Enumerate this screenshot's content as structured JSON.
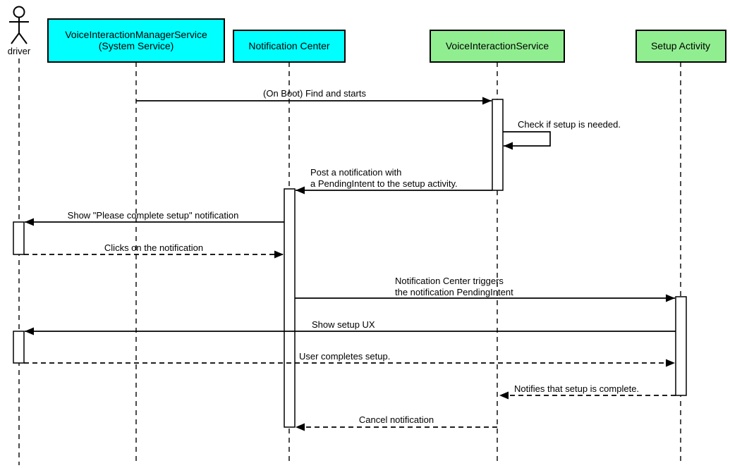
{
  "diagram": {
    "type": "uml-sequence",
    "colors": {
      "system_service_box": "#00ffff",
      "app_box": "#90ee90",
      "line": "#000000",
      "activation_fill": "#ffffff",
      "background": "#ffffff"
    },
    "actor": {
      "label": "driver"
    },
    "participants": [
      {
        "name": "VoiceInteractionManagerService (System Service)",
        "line1": "VoiceInteractionManagerService",
        "line2": "(System Service)",
        "color": "#00ffff"
      },
      {
        "name": "Notification Center",
        "line1": "Notification Center",
        "color": "#00ffff"
      },
      {
        "name": "VoiceInteractionService",
        "line1": "VoiceInteractionService",
        "color": "#90ee90"
      },
      {
        "name": "Setup Activity",
        "line1": "Setup Activity",
        "color": "#90ee90"
      }
    ],
    "messages": [
      {
        "from": "VoiceInteractionManagerService (System Service)",
        "to": "VoiceInteractionService",
        "style": "solid",
        "text": "(On Boot) Find and starts"
      },
      {
        "from": "VoiceInteractionService",
        "to": "VoiceInteractionService",
        "style": "self",
        "text": "Check if setup is needed."
      },
      {
        "from": "VoiceInteractionService",
        "to": "Notification Center",
        "style": "solid",
        "line1": "Post a notification with",
        "line2": "a PendingIntent to the setup activity."
      },
      {
        "from": "Notification Center",
        "to": "driver",
        "style": "solid",
        "text": "Show \"Please complete setup\" notification"
      },
      {
        "from": "driver",
        "to": "Notification Center",
        "style": "dashed",
        "text": "Clicks on the notification"
      },
      {
        "from": "Notification Center",
        "to": "Setup Activity",
        "style": "solid",
        "line1": "Notification Center triggers",
        "line2": "the notification PendingIntent"
      },
      {
        "from": "Setup Activity",
        "to": "driver",
        "style": "solid",
        "text": "Show setup UX"
      },
      {
        "from": "driver",
        "to": "Setup Activity",
        "style": "dashed",
        "text": "User completes setup."
      },
      {
        "from": "Setup Activity",
        "to": "VoiceInteractionService",
        "style": "dashed",
        "text": "Notifies that setup is complete."
      },
      {
        "from": "VoiceInteractionService",
        "to": "Notification Center",
        "style": "dashed",
        "text": "Cancel notification"
      }
    ]
  }
}
